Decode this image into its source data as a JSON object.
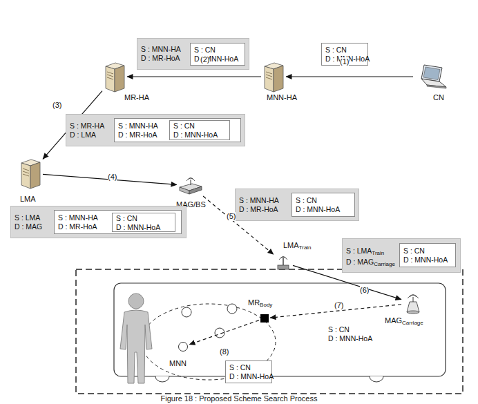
{
  "diagram": {
    "caption": "Figure 18 : Proposed Scheme Search Process",
    "nodes": [
      {
        "text": [
          "S : MNN-HA",
          "D : MR-HoA"
        ]
      },
      {
        "text": [
          "S : CN",
          "D : MNN-HoA"
        ],
        "in": 0
      },
      {
        "text": [
          "S : CN",
          "D : MNN-HoA"
        ]
      },
      {
        "text": [
          "MR-HA"
        ]
      },
      {
        "text": [
          "MNN-HA"
        ]
      },
      {
        "text": [
          "CN"
        ]
      },
      {
        "text": [
          "S : MR-HA",
          "D : LMA"
        ]
      },
      {
        "text": [
          "S : MNN-HA",
          "D : MR-HoA"
        ],
        "in": 6
      },
      {
        "text": [
          "S : CN",
          "D : MNN-HoA"
        ],
        "in": 7
      },
      {
        "text": [
          "LMA"
        ]
      },
      {
        "text": [
          "MAG/BS"
        ]
      },
      {
        "text": [
          "S : MNN-HA",
          "D : MR-HoA"
        ]
      },
      {
        "text": [
          "S : CN",
          "D : MNN-HoA"
        ],
        "in": 11
      },
      {
        "text": [
          "S : LMA",
          "D : MAG"
        ]
      },
      {
        "text": [
          "S : MNN-HA",
          "D : MR-HoA"
        ],
        "in": 13
      },
      {
        "text": [
          "S : CN",
          "D : MNN-HoA"
        ],
        "in": 14
      },
      {
        "text": [
          "LMA",
          "Train"
        ]
      },
      {
        "text": [
          "S : LMA",
          "Train",
          "D : MAG",
          "Carriage"
        ]
      },
      {
        "text": [
          "S : CN",
          "D : MNN-HoA"
        ],
        "in": 17
      },
      {
        "text": [
          "MR",
          "Body"
        ]
      },
      {
        "text": [
          "MAG",
          "Carriage"
        ]
      },
      {
        "text": [
          "S : CN",
          "D : MNN-HoA"
        ]
      },
      {
        "text": [
          "MNN"
        ]
      },
      {
        "text": [
          "S : CN",
          "D : MNN-HoA"
        ]
      }
    ],
    "edges": [
      {
        "from": 5,
        "to": 4,
        "arrow": "to",
        "label": "(1)"
      },
      {
        "from": 4,
        "to": 3,
        "arrow": "to",
        "label": "(2)"
      },
      {
        "from": 3,
        "to": 9,
        "arrow": "to",
        "label": "(3)"
      },
      {
        "from": 9,
        "to": 10,
        "arrow": "to",
        "label": "(4)"
      },
      {
        "from": 10,
        "to": 16,
        "arrow": "to",
        "label": "(5)"
      },
      {
        "from": 16,
        "to": 20,
        "arrow": "to",
        "label": "(6)"
      },
      {
        "from": 20,
        "to": 19,
        "arrow": "to",
        "label": "(7)"
      },
      {
        "from": 19,
        "to": 22,
        "arrow": "to",
        "label": "(8)"
      }
    ]
  }
}
